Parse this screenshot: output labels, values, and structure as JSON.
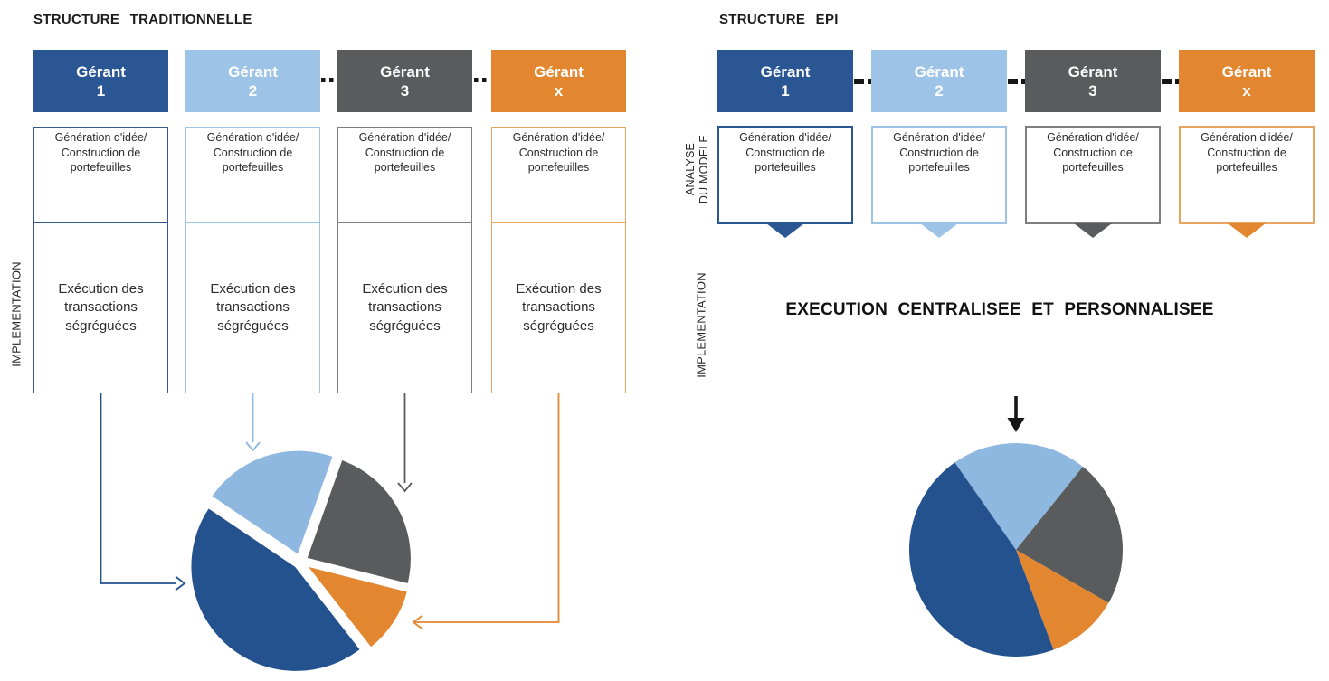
{
  "palette": {
    "dark_blue": "#2A5694",
    "light_blue": "#9DC3E6",
    "gray": "#595B5C",
    "orange": "#E2872F",
    "pie_dark_blue": "#23528F",
    "pie_light_blue": "#8FB8E0",
    "connector_black": "#161616"
  },
  "left_section": {
    "title": "STRUCTURE TRADITIONNELLE",
    "vertical_label": "IMPLEMENTATION"
  },
  "right_section": {
    "title": "STRUCTURE EPI",
    "vertical_label_top_line1": "ANALYSE",
    "vertical_label_top_line2": "DU MODELE",
    "vertical_label_bottom": "IMPLEMENTATION",
    "execution_heading": "EXECUTION CENTRALISEE ET PERSONNALISEE"
  },
  "managers": [
    {
      "label": "Gérant",
      "number": "1",
      "color": "#2A5694",
      "border": "#35598C"
    },
    {
      "label": "Gérant",
      "number": "2",
      "color": "#9DC3E6",
      "border": "#9DC3E6"
    },
    {
      "label": "Gérant",
      "number": "3",
      "color": "#595B5C",
      "border": "#7F7F7F"
    },
    {
      "label": "Gérant",
      "number": "x",
      "color": "#E2872F",
      "border": "#E8A561"
    }
  ],
  "texts": {
    "generation": "Génération d'idée/ Construction de portefeuilles",
    "execution_segregated": "Exécution des transactions ségréguées"
  },
  "chart_data": [
    {
      "type": "pie",
      "title": "Structure traditionnelle — exécution ségréguée (exploded pie)",
      "exploded": true,
      "rotation_deg": -56,
      "legend_position": "none",
      "slices": [
        {
          "name": "Gérant 2",
          "value": 21,
          "color": "#8FB8E0"
        },
        {
          "name": "Gérant 3",
          "value": 23.5,
          "color": "#595B5C"
        },
        {
          "name": "Gérant x",
          "value": 10.5,
          "color": "#E2872F"
        },
        {
          "name": "Gérant 1",
          "value": 45,
          "color": "#23528F"
        }
      ]
    },
    {
      "type": "pie",
      "title": "Structure EPI — exécution centralisée (solid pie)",
      "exploded": false,
      "rotation_deg": -35,
      "legend_position": "none",
      "slices": [
        {
          "name": "Gérant 2",
          "value": 20.5,
          "color": "#8FB8E0"
        },
        {
          "name": "Gérant 3",
          "value": 22.5,
          "color": "#595B5C"
        },
        {
          "name": "Gérant x",
          "value": 11,
          "color": "#E2872F"
        },
        {
          "name": "Gérant 1",
          "value": 46,
          "color": "#23528F"
        }
      ]
    }
  ]
}
